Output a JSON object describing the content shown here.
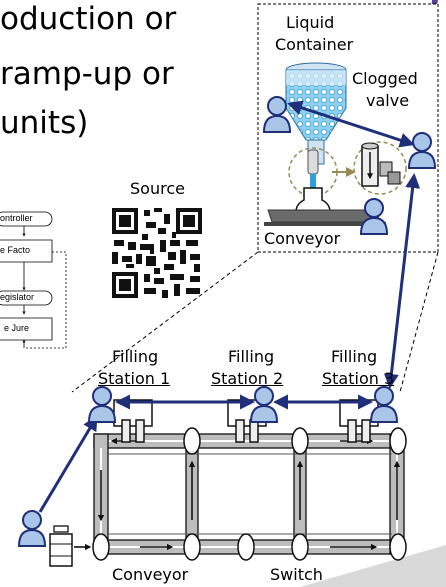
{
  "slide_text": {
    "line1": "oduction or",
    "line2": "ramp-up or",
    "line3": "units)"
  },
  "inset_diagram": {
    "boxes": [
      "ontroller",
      "e Facto",
      "egislator",
      "e Jure"
    ]
  },
  "source_label": "Source",
  "zoom_panel": {
    "liquid_container": [
      "Liquid",
      "Container"
    ],
    "clogged_valve": [
      "Clogged",
      "valve"
    ],
    "conveyor": "Conveyor"
  },
  "stations": [
    {
      "name_line1": "Filling",
      "name_line2": "Station 1"
    },
    {
      "name_line1": "Filling",
      "name_line2": "Station 2"
    },
    {
      "name_line1": "Filling",
      "name_line2": "Station 3"
    }
  ],
  "bottom_labels": {
    "conveyor": "Conveyor",
    "switch": "Switch"
  },
  "colors": {
    "link": "#1f2f7a",
    "person_fill": "#a9c6e8",
    "liquid": "#2e9fd8",
    "accent_purple": "#5b3fa0",
    "valve_ring": "#9a8a55",
    "conveyor_belt": "#6b6b6b"
  }
}
